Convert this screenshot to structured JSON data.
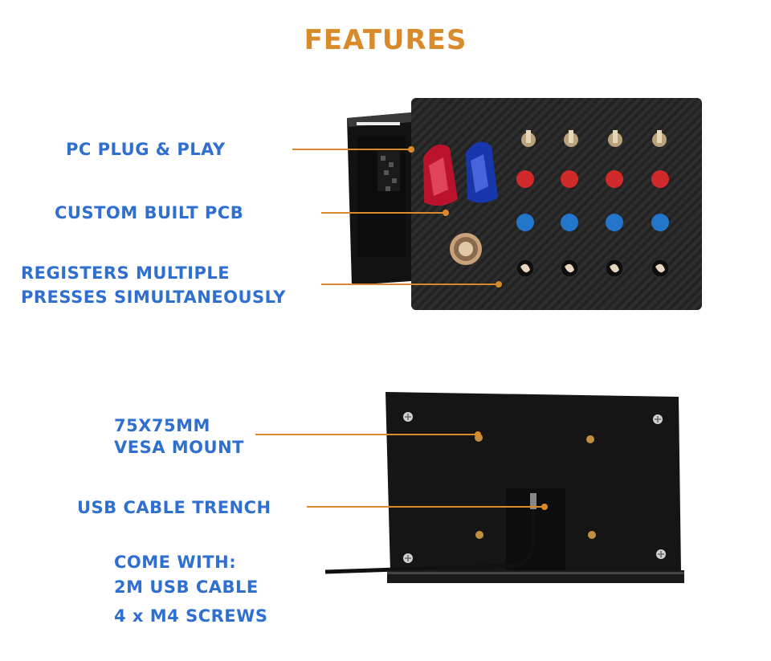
{
  "title": "FEATURES",
  "top_features": [
    "PC  PLUG & PLAY",
    "CUSTOM  BUILT  PCB",
    "REGISTERS  MULTIPLE",
    "PRESSES  SIMULTANEOUSLY"
  ],
  "bottom_features": [
    "75X75MM",
    "VESA MOUNT",
    "USB CABLE TRENCH",
    "COME WITH:",
    "2M USB CABLE",
    "4 x M4 SCREWS"
  ],
  "colors": {
    "accent": "#d98a2b",
    "label": "#2f6fd0",
    "panel": "#1f1f1f"
  },
  "panel": {
    "red_buttons": 4,
    "blue_buttons": 4,
    "toggle_switches": 4,
    "rotary_knobs": 4,
    "flip_covers": 2
  }
}
